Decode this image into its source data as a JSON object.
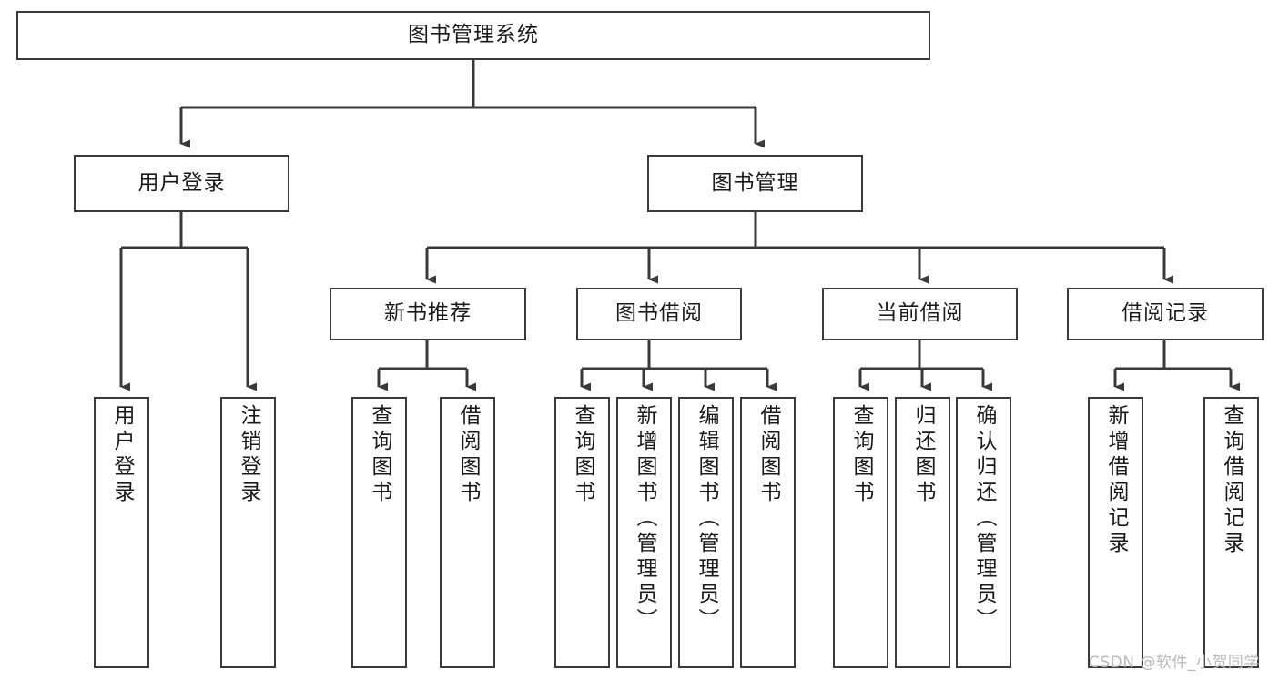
{
  "diagram": {
    "title": "图书管理系统",
    "type": "tree-hierarchy",
    "watermark": "CSDN @软件_小贺同学",
    "colors": {
      "stroke": "#3a3a3a",
      "fill": "#ffffff",
      "text": "#1a1a1a",
      "watermark": "#b9b9b9"
    },
    "nodes": {
      "root": {
        "label": "图书管理系统"
      },
      "level1": [
        {
          "id": "user-login",
          "label": "用户登录"
        },
        {
          "id": "book-management",
          "label": "图书管理"
        }
      ],
      "level2": [
        {
          "id": "new-book-recommend",
          "label": "新书推荐"
        },
        {
          "id": "book-borrow",
          "label": "图书借阅"
        },
        {
          "id": "current-borrow",
          "label": "当前借阅"
        },
        {
          "id": "borrow-record",
          "label": "借阅记录"
        }
      ],
      "leaves": {
        "user_login": [
          {
            "id": "leaf-user-login",
            "label": "用户登录"
          },
          {
            "id": "leaf-logout-login",
            "label": "注销登录"
          }
        ],
        "new_book_recommend": [
          {
            "id": "leaf-query-book-1",
            "label": "查询图书"
          },
          {
            "id": "leaf-borrow-book-1",
            "label": "借阅图书"
          }
        ],
        "book_borrow": [
          {
            "id": "leaf-query-book-2",
            "label": "查询图书"
          },
          {
            "id": "leaf-add-book",
            "label": "新增图书（管理员）"
          },
          {
            "id": "leaf-edit-book",
            "label": "编辑图书（管理员）"
          },
          {
            "id": "leaf-borrow-book-2",
            "label": "借阅图书"
          }
        ],
        "current_borrow": [
          {
            "id": "leaf-query-book-3",
            "label": "查询图书"
          },
          {
            "id": "leaf-return-book",
            "label": "归还图书"
          },
          {
            "id": "leaf-confirm-return",
            "label": "确认归还（管理员）"
          }
        ],
        "borrow_record": [
          {
            "id": "leaf-add-record",
            "label": "新增借阅记录"
          },
          {
            "id": "leaf-query-record",
            "label": "查询借阅记录"
          }
        ]
      }
    }
  }
}
